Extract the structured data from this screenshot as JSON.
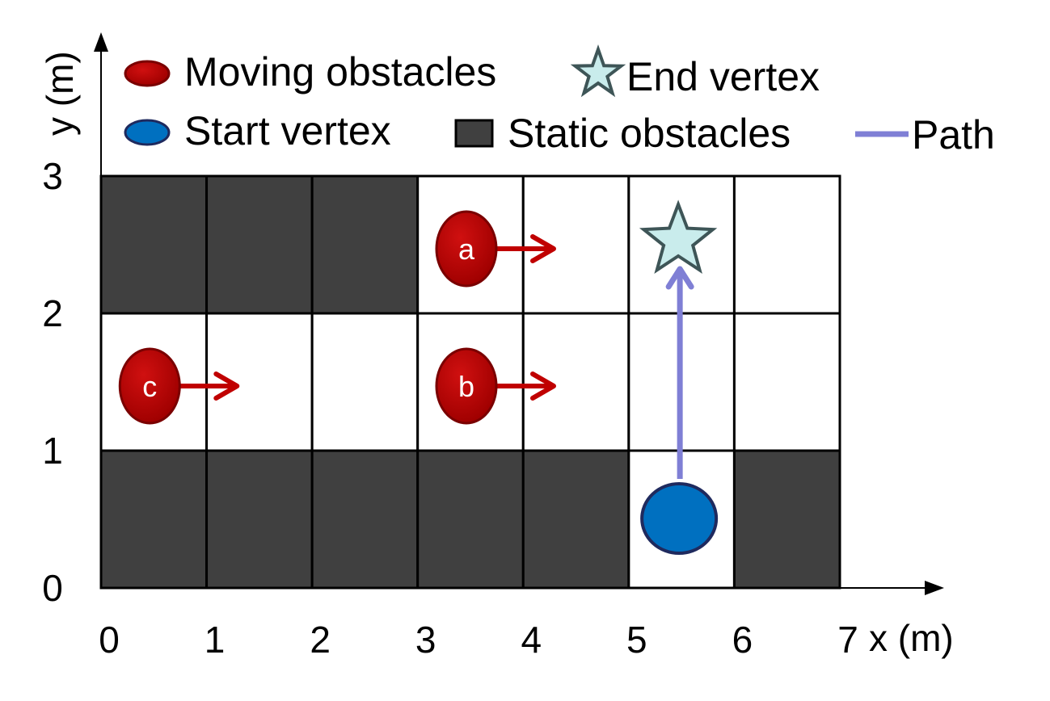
{
  "axes": {
    "x_label": "x (m)",
    "y_label": "y (m)",
    "x_ticks": [
      "0",
      "1",
      "2",
      "3",
      "4",
      "5",
      "6",
      "7"
    ],
    "y_ticks": [
      "0",
      "1",
      "2",
      "3"
    ]
  },
  "legend": {
    "moving": "Moving obstacles",
    "end": "End vertex",
    "start": "Start vertex",
    "static": "Static obstacles",
    "path": "Path"
  },
  "grid": {
    "cols": 7,
    "rows": 3,
    "static_cells": [
      [
        0,
        0
      ],
      [
        1,
        0
      ],
      [
        2,
        0
      ],
      [
        3,
        0
      ],
      [
        4,
        0
      ],
      [
        6,
        0
      ],
      [
        0,
        2
      ],
      [
        1,
        2
      ],
      [
        2,
        2
      ]
    ]
  },
  "obstacles": [
    {
      "label": "a",
      "x": 3.5,
      "y": 2.5
    },
    {
      "label": "b",
      "x": 3.5,
      "y": 1.5
    },
    {
      "label": "c",
      "x": 0.5,
      "y": 1.5
    }
  ],
  "start": {
    "x": 5.5,
    "y": 0.5
  },
  "end": {
    "x": 5.5,
    "y": 2.5
  },
  "colors": {
    "static": "#404040",
    "moving": "#c00000",
    "moving_dark": "#7a0000",
    "start": "#0070c0",
    "start_border": "#1f2a5e",
    "end": "#c9ecec",
    "end_border": "#3e5557",
    "path": "#7f7fd5",
    "arrow": "#c00000"
  }
}
